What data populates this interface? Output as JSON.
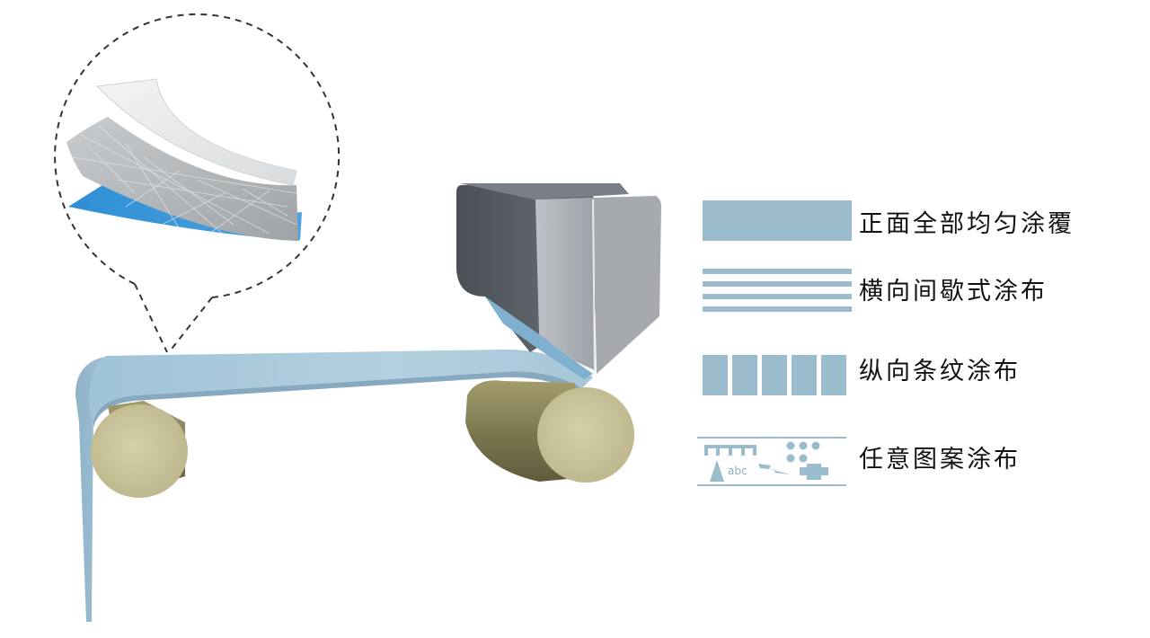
{
  "colors": {
    "coating_blue": "#9bbccd",
    "film_blue": "#a9c9dc",
    "roller": "#c8c29a",
    "coating_head": "#5e636a",
    "coating_head_face": "#b0b3b8",
    "inset_blue": "#3d97d6",
    "legend_text": "#111111"
  },
  "legend": {
    "items": [
      {
        "label": "正面全部均匀涂覆",
        "icon": "solid-rectangle-icon"
      },
      {
        "label": "横向间歇式涂布",
        "icon": "horizontal-stripes-icon"
      },
      {
        "label": "纵向条纹涂布",
        "icon": "vertical-blocks-icon"
      },
      {
        "label": "任意图案涂布",
        "icon": "arbitrary-pattern-icon"
      }
    ],
    "pattern_icon_text": "abc"
  }
}
